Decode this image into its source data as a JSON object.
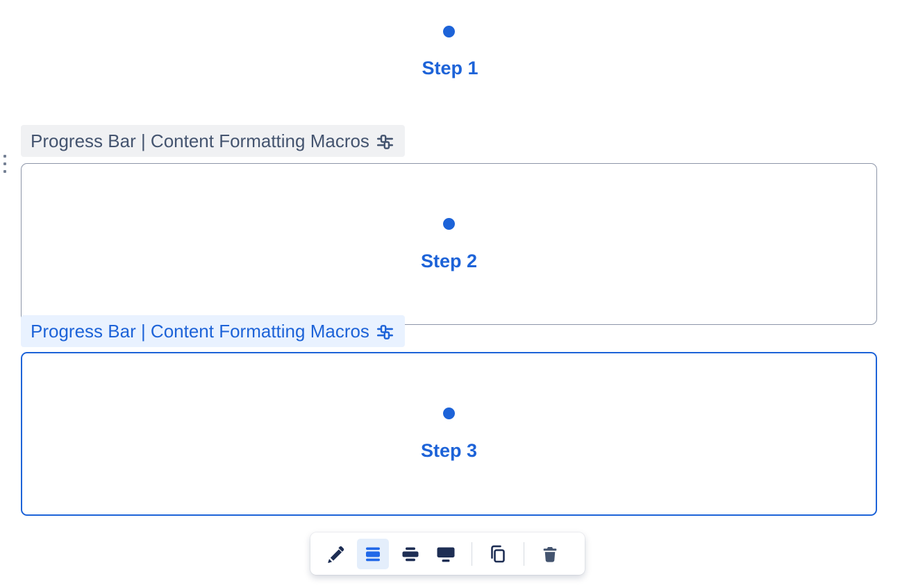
{
  "colors": {
    "accent_blue": "#1D63D8",
    "chip_gray_bg": "#F0F1F3",
    "chip_gray_text": "#44546F",
    "chip_blue_bg": "#E9F2FF",
    "box_gray_border": "#8C95A8",
    "toolbar_selected_bg": "#E4EEFB",
    "toolbar_selected_icon": "#2168E8",
    "toolbar_icon_dark": "#1E2E54",
    "trash_icon_color": "#44546F"
  },
  "macros": [
    {
      "step_label": "Step 1",
      "state": "default"
    },
    {
      "chip_label": "Progress Bar | Content Formatting Macros",
      "step_label": "Step 2",
      "state": "hovered"
    },
    {
      "chip_label": "Progress Bar | Content Formatting Macros",
      "step_label": "Step 3",
      "state": "selected"
    }
  ],
  "toolbar": {
    "buttons": [
      {
        "label": "Edit",
        "icon": "pencil-icon"
      },
      {
        "label": "Align center",
        "icon": "align-center-layout-icon",
        "selected": true
      },
      {
        "label": "Wide",
        "icon": "wide-layout-icon"
      },
      {
        "label": "Full width",
        "icon": "full-width-layout-icon"
      },
      {
        "label": "Copy",
        "icon": "copy-icon"
      },
      {
        "label": "Delete",
        "icon": "trash-icon"
      }
    ]
  }
}
